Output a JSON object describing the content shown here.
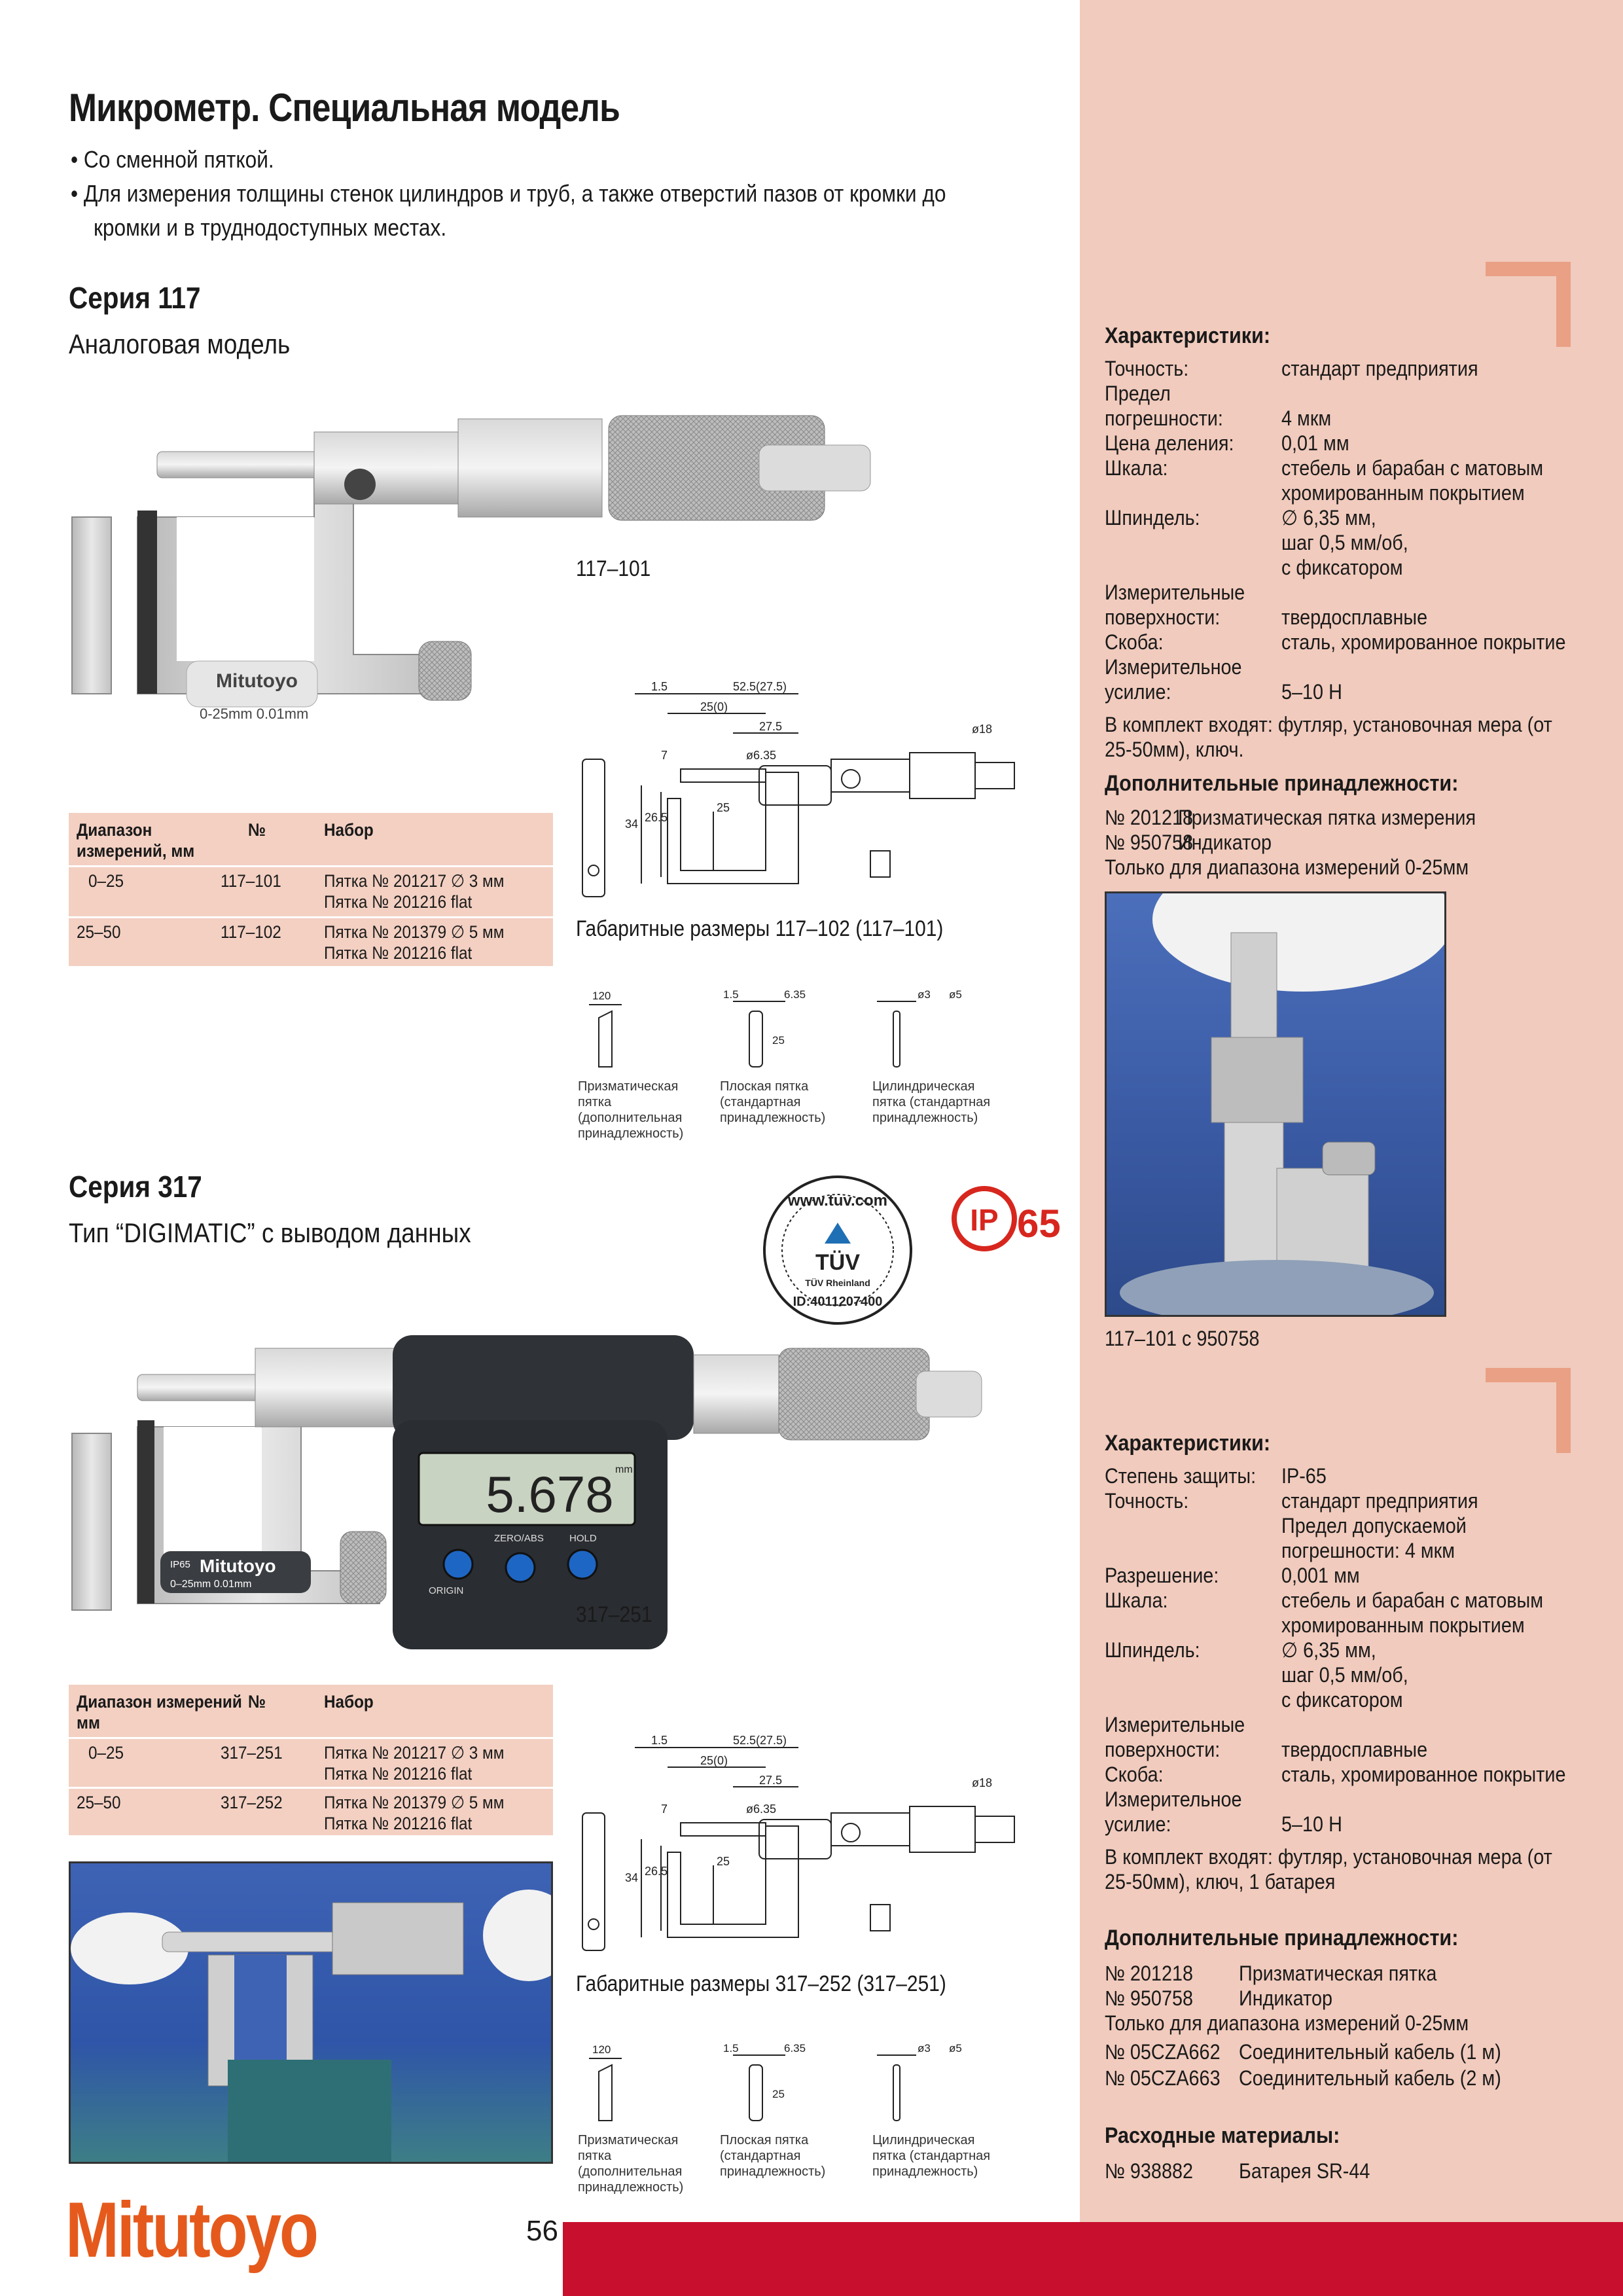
{
  "title": "Микрометр. Специальная модель",
  "bullets": [
    "Со сменной пяткой.",
    "Для измерения толщины стенок цилиндров и труб, а также отверстий пазов от кромки до",
    "кромки и в труднодоступных местах."
  ],
  "s117": {
    "heading": "Серия 117",
    "subtitle": "Аналоговая модель",
    "photo_caption": "117–101",
    "photo_brand": "Mitutoyo",
    "photo_range": "0-25mm   0.01mm",
    "table": {
      "headers": [
        "Диапазон",
        "измерений, мм",
        "№",
        "Набор"
      ],
      "rows": [
        {
          "range": "0–25",
          "no": "117–101",
          "set1": "Пятка № 201217 ∅ 3 мм",
          "set2": "Пятка № 201216 flat"
        },
        {
          "range": "25–50",
          "no": "117–102",
          "set1": "Пятка № 201379 ∅ 5 мм",
          "set2": "Пятка № 201216 flat"
        }
      ]
    },
    "dims_caption": "Габаритные размеры 117–102 (117–101)",
    "dims": [
      "1.5",
      "52.5(27.5)",
      "25(0)",
      "27.5",
      "ø6.35",
      "ø18",
      "7",
      "34",
      "26.5",
      "25"
    ],
    "anvils": [
      {
        "dims": [
          "120"
        ],
        "lines": [
          "Призматическая",
          "пятка",
          "(дополнительная",
          "принадлежность)"
        ]
      },
      {
        "dims": [
          "1.5",
          "6.35",
          "25"
        ],
        "lines": [
          "Плоская пятка",
          "(стандартная",
          "принадлежность)"
        ]
      },
      {
        "dims": [
          "ø3",
          "ø5"
        ],
        "lines": [
          "Цилиндрическая",
          "пятка (стандартная",
          "принадлежность)"
        ]
      }
    ]
  },
  "s317": {
    "heading": "Серия 317",
    "subtitle": "Тип “DIGIMATIC” с выводом данных",
    "photo_caption": "317–251",
    "display_value": "5.678",
    "display_unit": "mm",
    "buttons": [
      "ORIGIN",
      "ZERO/ABS",
      "HOLD"
    ],
    "photo_brand": "Mitutoyo",
    "photo_ip": "IP65",
    "photo_range": "0–25mm   0.01mm",
    "table": {
      "headers": [
        "Диапазон измерений",
        "мм",
        "№",
        "Набор"
      ],
      "rows": [
        {
          "range": "0–25",
          "no": "317–251",
          "set1": "Пятка № 201217 ∅ 3 мм",
          "set2": "Пятка  № 201216 flat"
        },
        {
          "range": "25–50",
          "no": "317–252",
          "set1": "Пятка № 201379 ∅ 5 мм",
          "set2": "Пятка  № 201216 flat"
        }
      ]
    },
    "dims_caption": "Габаритные размеры 317–252 (317–251)",
    "dims": [
      "1.5",
      "52.5(27.5)",
      "25(0)",
      "27.5",
      "ø6.35",
      "ø18",
      "7",
      "34",
      "26.5",
      "25"
    ],
    "anvils": [
      {
        "dims": [
          "120"
        ],
        "lines": [
          "Призматическая",
          "пятка",
          "(дополнительная",
          "принадлежность)"
        ]
      },
      {
        "dims": [
          "1.5",
          "6.35",
          "25"
        ],
        "lines": [
          "Плоская пятка",
          "(стандартная",
          "принадлежность)"
        ]
      },
      {
        "dims": [
          "ø3",
          "ø5"
        ],
        "lines": [
          "Цилиндрическая",
          "пятка (стандартная",
          "принадлежность)"
        ]
      }
    ]
  },
  "tuv": {
    "url": "www.tuv.com",
    "name": "TÜV",
    "sub": "TÜV Rheinland",
    "id": "ID:4011207400"
  },
  "ip": {
    "ip": "IP",
    "num": "65"
  },
  "side117": {
    "heading": "Характеристики:",
    "specs": [
      {
        "k": "Точность:",
        "v": "стандарт предприятия"
      },
      {
        "k": "Предел",
        "v": ""
      },
      {
        "k": "погрешности:",
        "v": "4 мкм"
      },
      {
        "k": "Цена деления:",
        "v": "0,01 мм"
      },
      {
        "k": "Шкала:",
        "v": "стебель и барабан с матовым"
      },
      {
        "k": "",
        "v": "хромированным покрытием"
      },
      {
        "k": "Шпиндель:",
        "v": "∅ 6,35 мм,"
      },
      {
        "k": "",
        "v": "шаг 0,5 мм/об,"
      },
      {
        "k": "",
        "v": "с фиксатором"
      },
      {
        "k": "Измерительные",
        "v": ""
      },
      {
        "k": "поверхности:",
        "v": "твердосплавные"
      },
      {
        "k": "Скоба:",
        "v": "сталь, хромированное покрытие"
      },
      {
        "k": "Измерительное",
        "v": ""
      },
      {
        "k": "усилие:",
        "v": "5–10 Н"
      }
    ],
    "kit": [
      "В комплект входят: футляр, установочная мера (от",
      "25-50мм), ключ."
    ],
    "acc_heading": "Дополнительные принадлежности:",
    "acc": [
      {
        "k": "№ 201218",
        "v": "Призматическая пятка измерения"
      },
      {
        "k": "№ 950758",
        "v": "Индикатор"
      }
    ],
    "acc_note": "Только для диапазона измерений 0-25мм",
    "photo_caption": "117–101 с 950758"
  },
  "side317": {
    "heading": "Характеристики:",
    "specs": [
      {
        "k": "Степень защиты:",
        "v": "IP-65"
      },
      {
        "k": "Точность:",
        "v": "стандарт предприятия"
      },
      {
        "k": "",
        "v": "Предел допускаемой"
      },
      {
        "k": "",
        "v": "погрешности: 4 мкм"
      },
      {
        "k": "Разрешение:",
        "v": "0,001 мм"
      },
      {
        "k": "Шкала:",
        "v": "стебель и барабан с матовым"
      },
      {
        "k": "",
        "v": "хромированным покрытием"
      },
      {
        "k": "Шпиндель:",
        "v": "∅ 6,35 мм,"
      },
      {
        "k": "",
        "v": "шаг 0,5 мм/об,"
      },
      {
        "k": "",
        "v": "с фиксатором"
      },
      {
        "k": "Измерительные",
        "v": ""
      },
      {
        "k": "поверхности:",
        "v": "твердосплавные"
      },
      {
        "k": "Скоба:",
        "v": "сталь, хромированное покрытие"
      },
      {
        "k": "Измерительное",
        "v": ""
      },
      {
        "k": "усилие:",
        "v": "5–10 Н"
      }
    ],
    "kit": [
      "В комплект входят: футляр, установочная мера (от",
      "25-50мм), ключ, 1 батарея"
    ],
    "acc_heading": "Дополнительные принадлежности:",
    "acc": [
      {
        "k": "№ 201218",
        "v": "Призматическая пятка"
      },
      {
        "k": "№ 950758",
        "v": "Индикатор"
      }
    ],
    "acc_note": "Только для диапазона измерений 0-25мм",
    "acc2": [
      {
        "k": "№ 05CZA662",
        "v": "Соединительный кабель (1 м)"
      },
      {
        "k": "№ 05CZA663",
        "v": "Соединительный кабель (2 м)"
      }
    ],
    "cons_heading": "Расходные материалы:",
    "cons": [
      {
        "k": "№ 938882",
        "v": "Батарея SR-44"
      }
    ]
  },
  "footer": {
    "logo": "Mitutoyo",
    "page": "56"
  }
}
